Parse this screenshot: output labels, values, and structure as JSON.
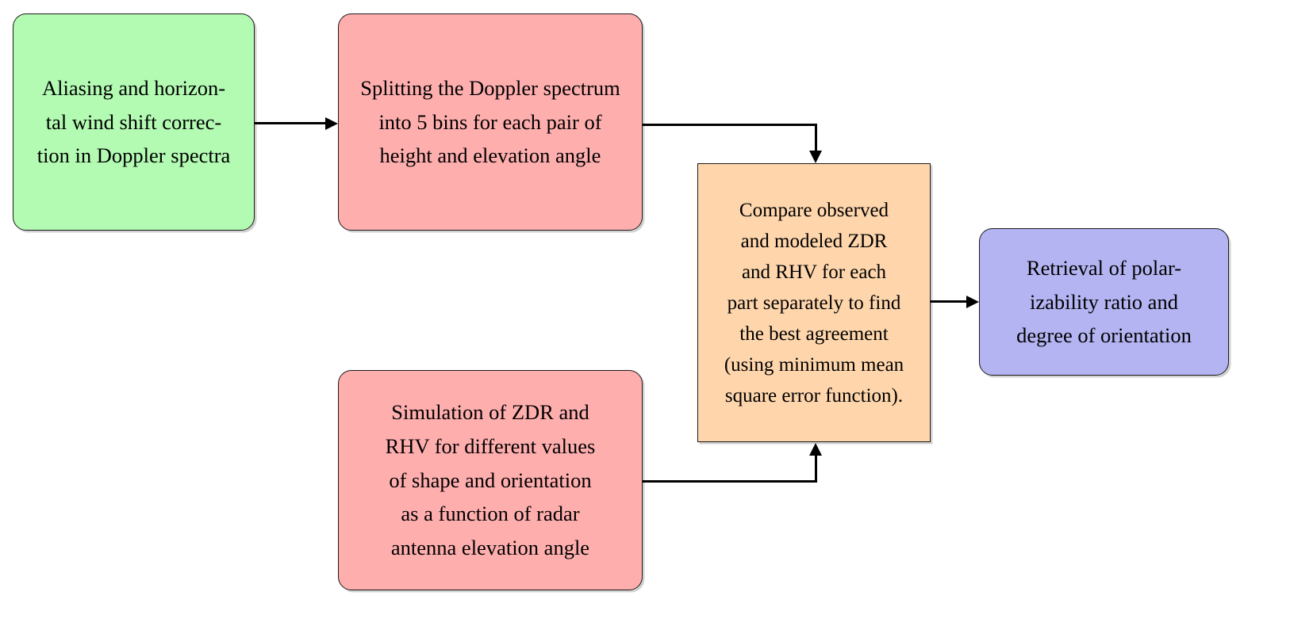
{
  "diagram": {
    "title": "Polarimetric radar retrieval processing flowchart",
    "type": "flowchart",
    "background_color": "#ffffff",
    "edge_color": "#000000",
    "nodes": [
      {
        "id": "aliasing",
        "label": "Aliasing and horizon-\ntal wind shift correc-\ntion in Doppler spectra",
        "fill": "#b3fbb3",
        "shape": "rounded-rect"
      },
      {
        "id": "splitting",
        "label": "Splitting the Doppler spectrum\ninto 5 bins for each pair of\nheight and elevation angle",
        "fill": "#ffaeae",
        "shape": "rounded-rect"
      },
      {
        "id": "simulation",
        "label": "Simulation of ZDR and\nRHV for different values\nof shape and orientation\nas a function of radar\nantenna elevation angle",
        "fill": "#ffaeae",
        "shape": "rounded-rect"
      },
      {
        "id": "compare",
        "label": "Compare observed\nand modeled ZDR\nand RHV for each\npart separately to find\nthe best agreement\n(using minimum mean\nsquare error function).",
        "fill": "#ffd6ac",
        "shape": "rect"
      },
      {
        "id": "retrieval",
        "label": "Retrieval of polar-\nizability ratio and\ndegree of orientation",
        "fill": "#b4b4f2",
        "shape": "rounded-rect"
      }
    ],
    "edges": [
      {
        "id": "e1",
        "from": "aliasing",
        "to": "splitting",
        "style": "straight-right"
      },
      {
        "id": "e2",
        "from": "splitting",
        "to": "compare",
        "style": "elbow-right-down"
      },
      {
        "id": "e3",
        "from": "simulation",
        "to": "compare",
        "style": "elbow-right-up"
      },
      {
        "id": "e4",
        "from": "compare",
        "to": "retrieval",
        "style": "straight-right"
      }
    ]
  }
}
